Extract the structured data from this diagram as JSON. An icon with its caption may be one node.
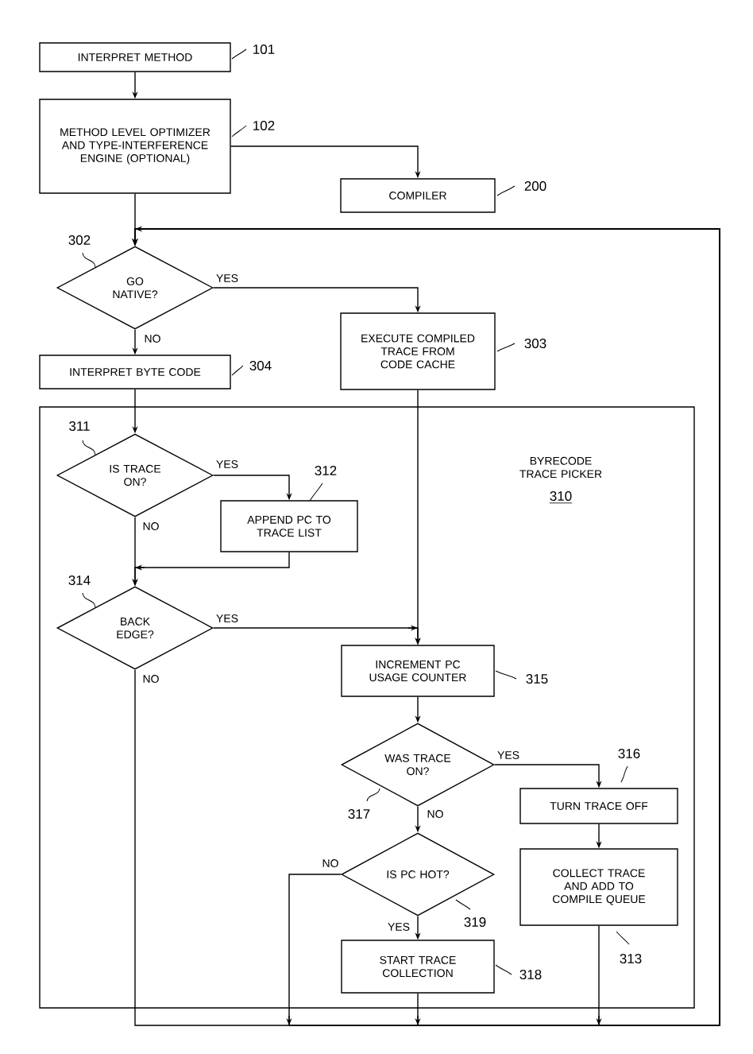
{
  "diagram": {
    "nodes": [
      {
        "text": [
          "INTERPRET METHOD"
        ],
        "beside": [
          "101"
        ]
      },
      {
        "text": [
          "METHOD LEVEL OPTIMIZER AND TYPE-INTERFERENCE ENGINE (OPTIONAL)"
        ],
        "beside": [
          "102"
        ]
      },
      {
        "text": [
          "COMPILER"
        ],
        "beside": [
          "200"
        ]
      },
      {
        "text": [
          "GO NATIVE?"
        ],
        "beside": [
          "302"
        ]
      },
      {
        "text": [
          "EXECUTE COMPILED TRACE FROM CODE CACHE"
        ],
        "beside": [
          "303"
        ]
      },
      {
        "text": [
          "INTERPRET BYTE CODE"
        ],
        "beside": [
          "304"
        ]
      },
      {
        "text": [
          "BYRECODE TRACE PICKER",
          "310"
        ]
      },
      {
        "text": [
          "IS TRACE ON?"
        ],
        "beside": [
          "311"
        ],
        "in": 6
      },
      {
        "text": [
          "APPEND PC TO TRACE LIST"
        ],
        "beside": [
          "312"
        ],
        "in": 6
      },
      {
        "text": [
          "BACK EDGE?"
        ],
        "beside": [
          "314"
        ],
        "in": 6
      },
      {
        "text": [
          "INCREMENT PC USAGE COUNTER"
        ],
        "beside": [
          "315"
        ],
        "in": 6
      },
      {
        "text": [
          "WAS TRACE ON?"
        ],
        "beside": [
          "317"
        ],
        "in": 6
      },
      {
        "text": [
          "TURN TRACE OFF"
        ],
        "beside": [
          "316"
        ],
        "in": 6
      },
      {
        "text": [
          "IS PC HOT?"
        ],
        "beside": [
          "319"
        ],
        "in": 6
      },
      {
        "text": [
          "COLLECT TRACE AND ADD TO COMPILE QUEUE"
        ],
        "beside": [
          "313"
        ],
        "in": 6
      },
      {
        "text": [
          "START TRACE COLLECTION"
        ],
        "beside": [
          "318"
        ],
        "in": 6
      }
    ],
    "edges": [
      {
        "from": 0,
        "to": 1,
        "arrow": "to"
      },
      {
        "from": 1,
        "to": 2,
        "arrow": "to"
      },
      {
        "from": 1,
        "to": 3,
        "arrow": "to"
      },
      {
        "from": 3,
        "to": 4,
        "arrow": "to",
        "label": "YES"
      },
      {
        "from": 3,
        "to": 5,
        "arrow": "to",
        "label": "NO"
      },
      {
        "from": 4,
        "to": 10,
        "arrow": "to"
      },
      {
        "from": 5,
        "to": 7,
        "arrow": "to"
      },
      {
        "from": 7,
        "to": 8,
        "arrow": "to",
        "label": "YES"
      },
      {
        "from": 7,
        "to": 9,
        "arrow": "to",
        "label": "NO"
      },
      {
        "from": 8,
        "to": 9,
        "arrow": "to"
      },
      {
        "from": 9,
        "to": 10,
        "arrow": "to",
        "label": "YES"
      },
      {
        "from": 9,
        "to": 3,
        "arrow": "to",
        "label": "NO"
      },
      {
        "from": 10,
        "to": 11,
        "arrow": "to"
      },
      {
        "from": 11,
        "to": 12,
        "arrow": "to",
        "label": "YES"
      },
      {
        "from": 11,
        "to": 13,
        "arrow": "to",
        "label": "NO"
      },
      {
        "from": 12,
        "to": 14,
        "arrow": "to"
      },
      {
        "from": 13,
        "to": 15,
        "arrow": "to",
        "label": "YES"
      },
      {
        "from": 13,
        "to": 3,
        "arrow": "to",
        "label": "NO"
      },
      {
        "from": 15,
        "to": 3,
        "arrow": "to"
      },
      {
        "from": 14,
        "to": 3,
        "arrow": "to"
      }
    ]
  }
}
